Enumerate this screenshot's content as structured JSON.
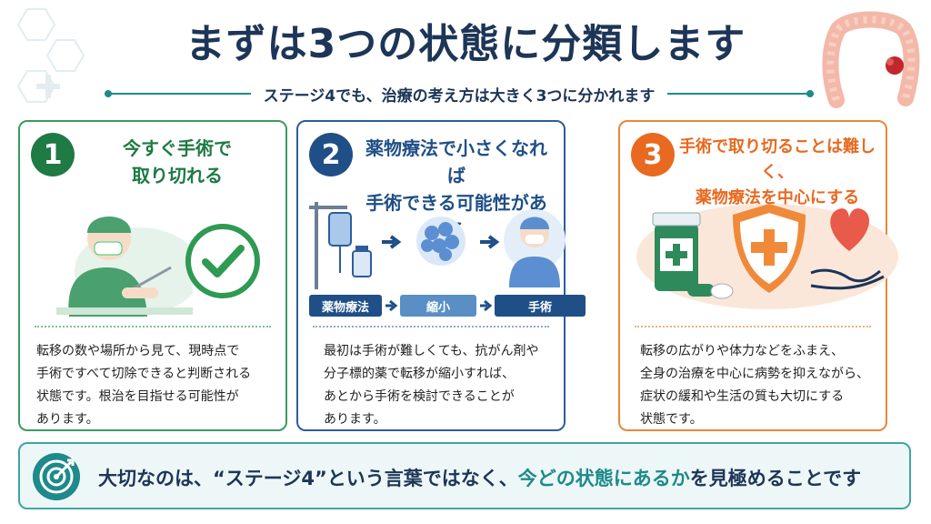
{
  "title": "まずは3つの状態に分類します",
  "subtitle": "ステージ4でも、治療の考え方は大きく3つに分かれます",
  "cards": [
    {
      "number": "1",
      "heading_line1": "今すぐ手術で",
      "heading_line2": "取り切れる",
      "body_lines": [
        "転移の数や場所から見て、現時点で",
        "手術ですべて切除できると判断される",
        "状態です。根治を目指せる可能性が",
        "あります。"
      ]
    },
    {
      "number": "2",
      "heading_line1": "薬物療法で小さくなれば",
      "heading_line2": "手術できる可能性がある",
      "flow": [
        "薬物療法",
        "縮小",
        "手術"
      ],
      "body_lines": [
        "最初は手術が難しくても、抗がん剤や",
        "分子標的薬で転移が縮小すれば、",
        "あとから手術を検討できることが",
        "あります。"
      ]
    },
    {
      "number": "3",
      "heading_line1": "手術で取り切ることは難しく、",
      "heading_line2": "薬物療法を中心にする",
      "body_lines": [
        "転移の広がりや体力などをふまえ、",
        "全身の治療を中心に病勢を抑えながら、",
        "症状の緩和や生活の質も大切にする",
        "状態です。"
      ]
    }
  ],
  "bottom": {
    "part1": "大切なのは、“ステージ4”という言葉ではなく、",
    "highlight": "今どの状態にあるか",
    "part2": "を見極めることです"
  },
  "colors": {
    "green": "#1f7a44",
    "navy": "#1f4f86",
    "orange": "#e8691f",
    "teal": "#1f8a8a",
    "title": "#1d3557"
  }
}
